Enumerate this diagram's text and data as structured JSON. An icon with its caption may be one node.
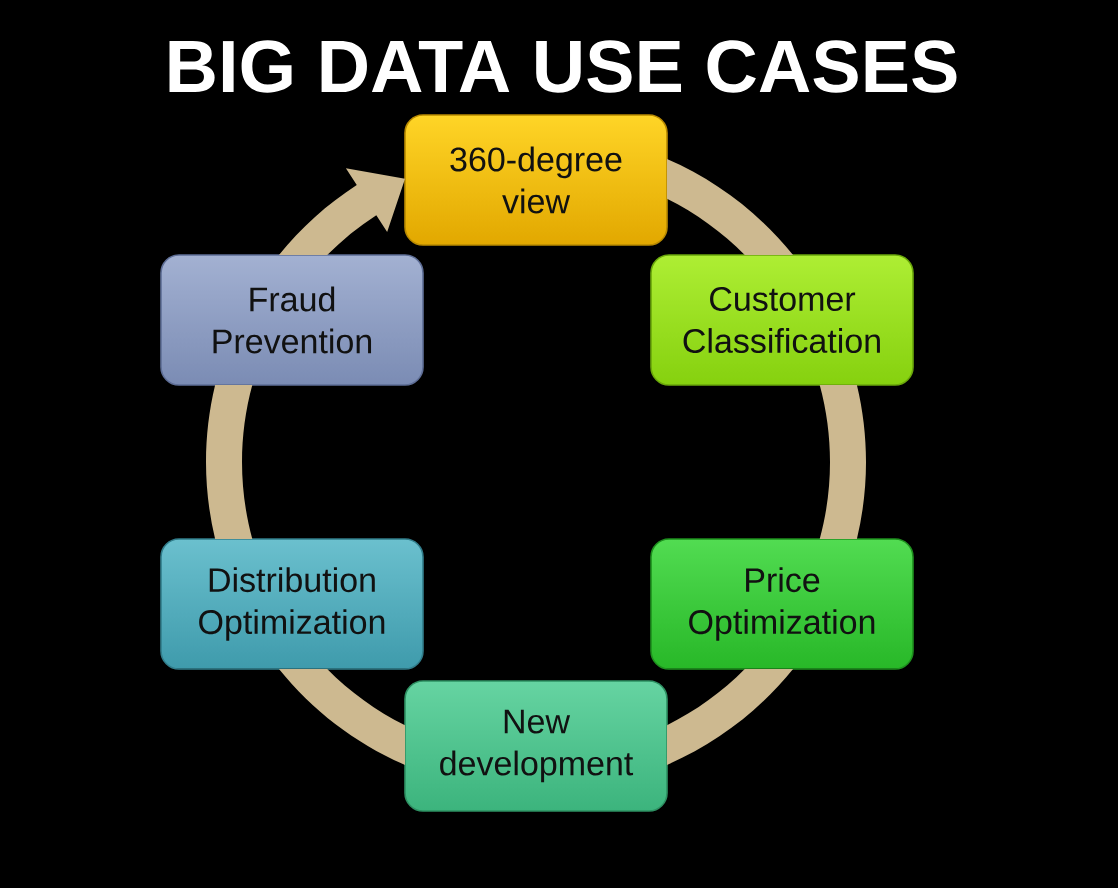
{
  "diagram": {
    "title": "BIG DATA USE CASES",
    "nodes": [
      {
        "text": [
          "360-degree view"
        ]
      },
      {
        "text": [
          "Fraud Prevention"
        ]
      },
      {
        "text": [
          "Customer Classification"
        ]
      },
      {
        "text": [
          "Distribution Optimization"
        ]
      },
      {
        "text": [
          "Price Optimization"
        ]
      },
      {
        "text": [
          "New development"
        ]
      }
    ],
    "edges": [
      {
        "from": 0,
        "to": 2,
        "arrow": "none"
      },
      {
        "from": 2,
        "to": 4,
        "arrow": "none"
      },
      {
        "from": 4,
        "to": 5,
        "arrow": "none"
      },
      {
        "from": 5,
        "to": 3,
        "arrow": "none"
      },
      {
        "from": 3,
        "to": 1,
        "arrow": "none"
      },
      {
        "from": 1,
        "to": 0,
        "arrow": "to"
      }
    ]
  }
}
